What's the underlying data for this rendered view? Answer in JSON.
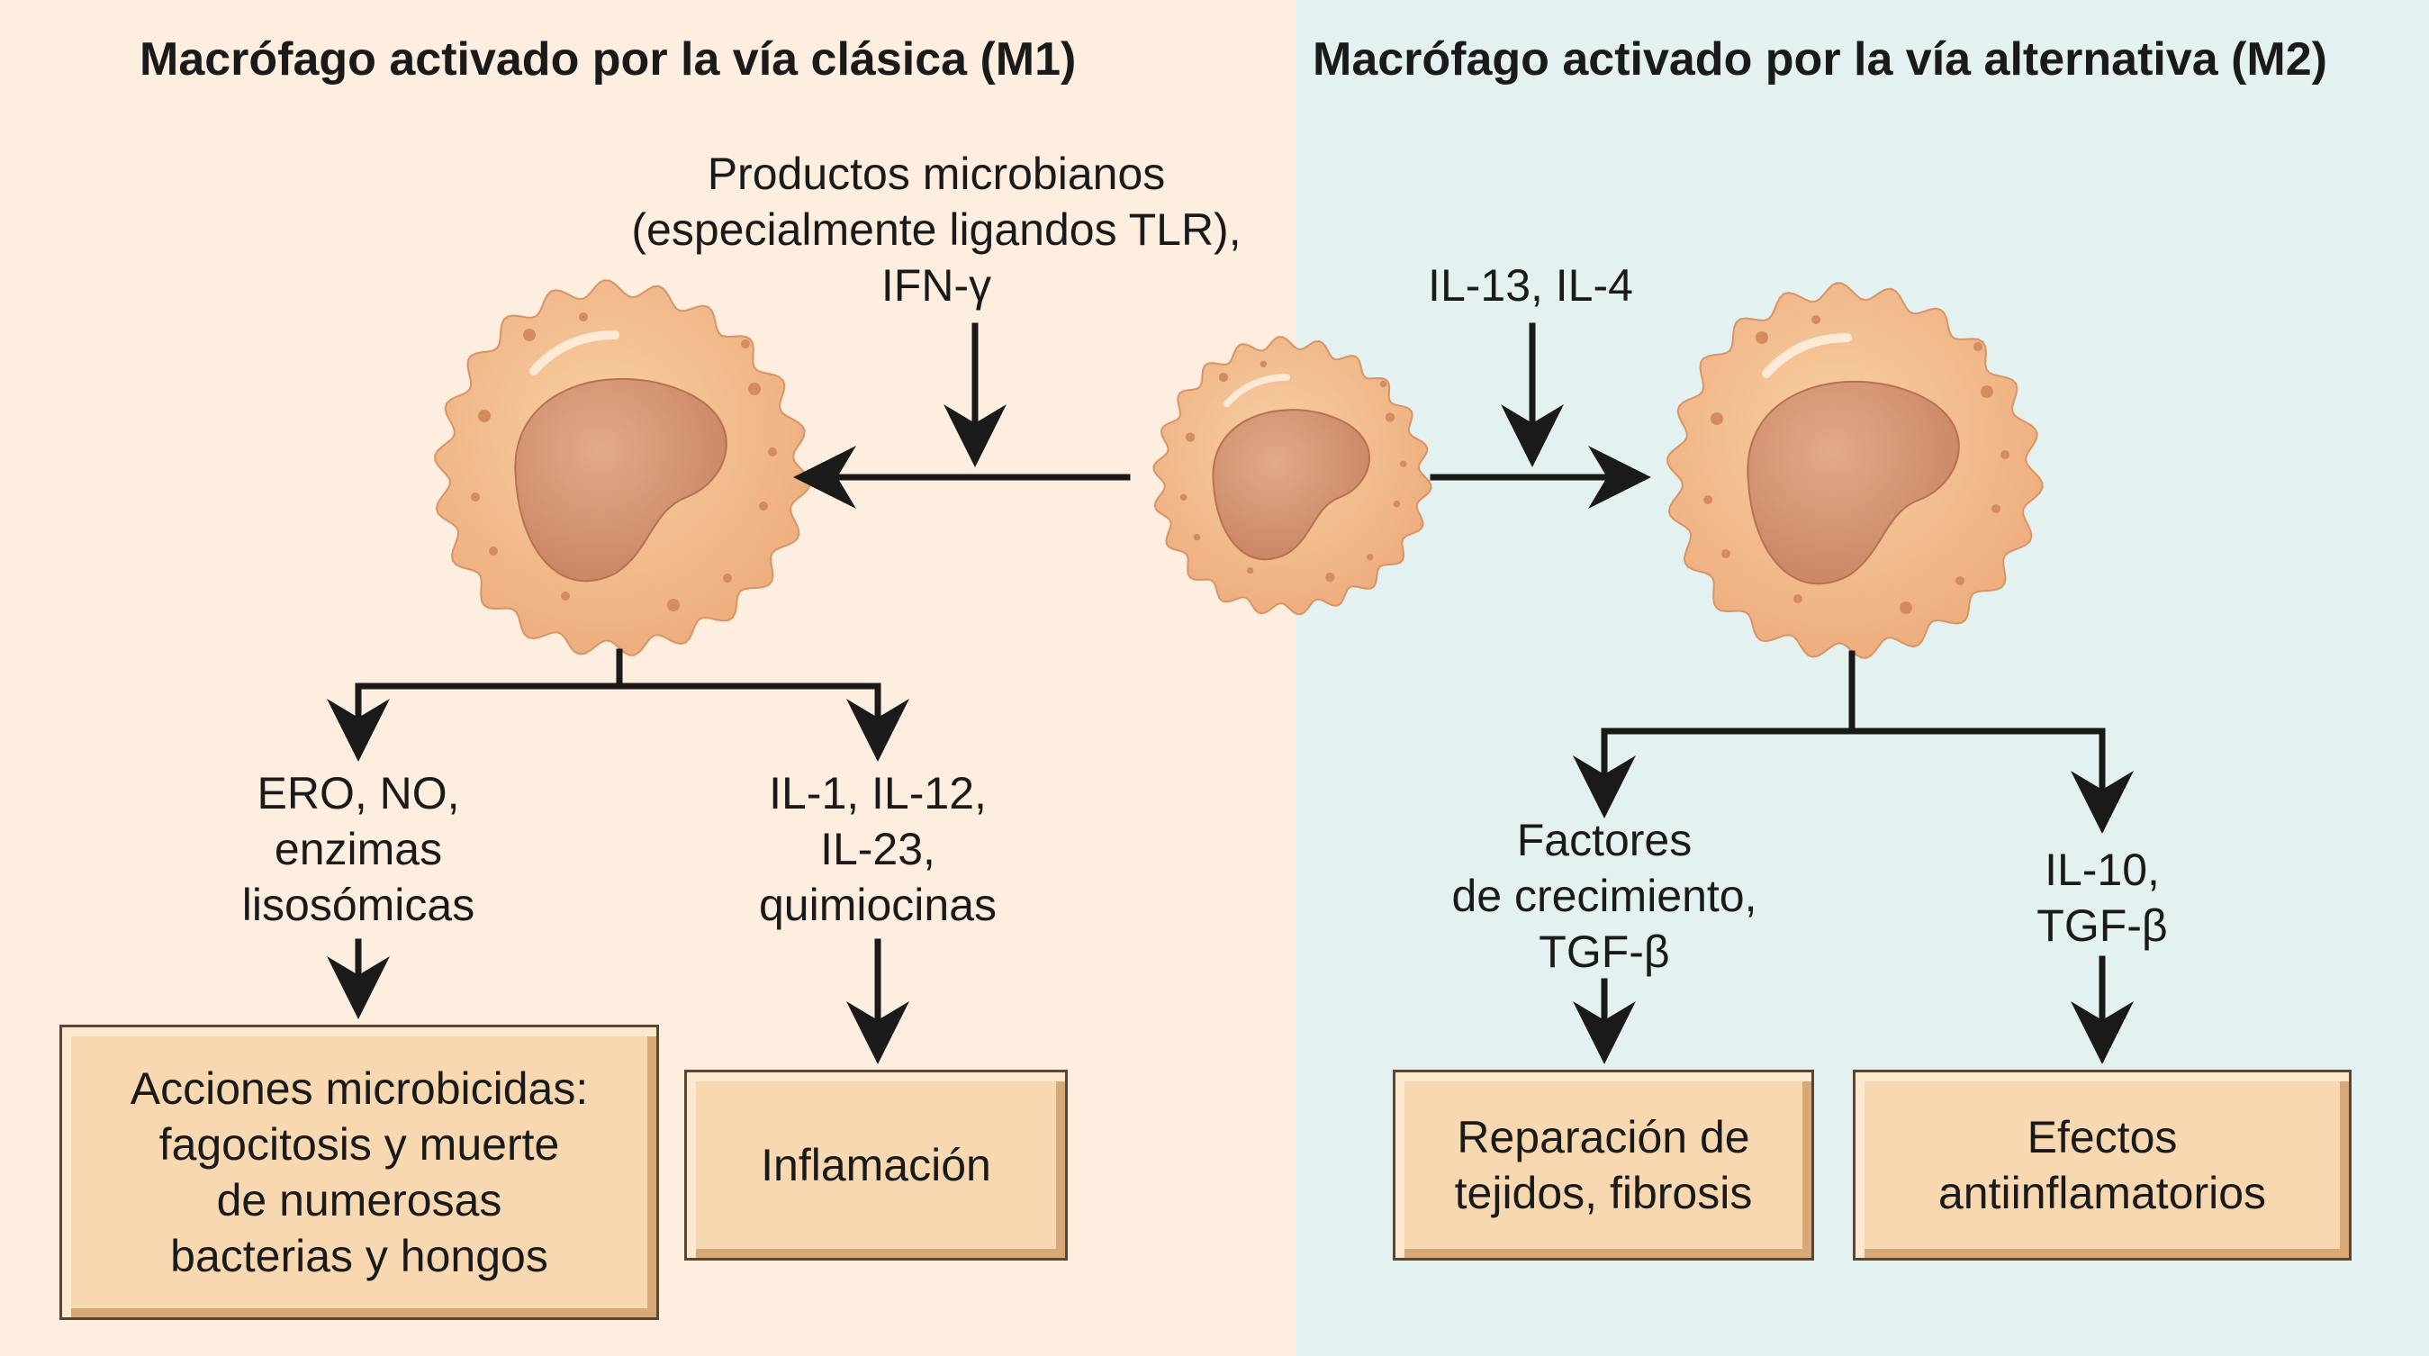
{
  "left_panel": {
    "title": "Macrófago activado por la vía clásica (M1)",
    "stimulus": "Productos microbianos\n(especialmente ligandos TLR),\nIFN-γ",
    "product_1": "ERO, NO,\nenzimas\nlisosómicas",
    "product_2": "IL-1, IL-12,\nIL-23,\nquimiocinas",
    "effect_1": "Acciones microbicidas:\nfagocitosis y muerte\nde numerosas\nbacterias y hongos",
    "effect_2": "Inflamación",
    "color": "#fdeee0"
  },
  "right_panel": {
    "title": "Macrófago activado por la vía alternativa (M2)",
    "stimulus": "IL-13, IL-4",
    "product_1": "Factores\nde crecimiento,\nTGF-β",
    "product_2": "IL-10,\nTGF-β",
    "effect_1": "Reparación de\ntejidos, fibrosis",
    "effect_2": "Efectos\nantiinflamatorios",
    "color": "#e3f1f0"
  },
  "colors": {
    "cell_membrane": "#f2bc8c",
    "cell_nucleus": "#d99a78",
    "arrow": "#1a1a1a",
    "box_fill": "#f7d8b0"
  }
}
